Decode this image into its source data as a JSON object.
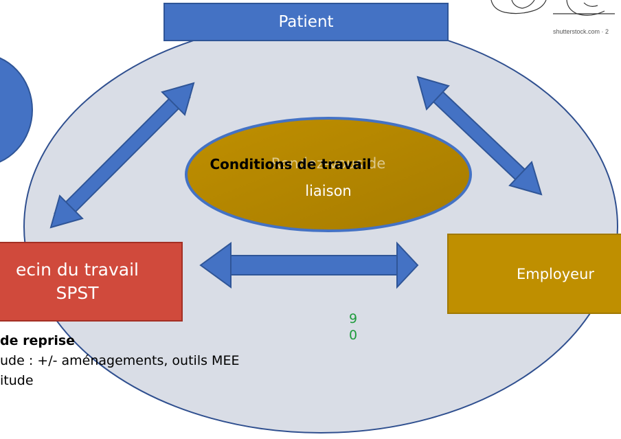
{
  "nodes": {
    "patient": "Patient",
    "medecin_line1": "ecin du travail",
    "medecin_line2": "SPST",
    "employeur": "Employeur"
  },
  "center": {
    "overlap_bold": "Conditions de travail",
    "overlap_light": "Rendez-vous de",
    "liaison": "liaison"
  },
  "watermark": "shutterstock.com · 2",
  "slide_number": {
    "line1": "9",
    "line2": "0"
  },
  "bullets": {
    "header": "de reprise",
    "item1": "ude : +/- aménagements, outils MEE",
    "item2": "itude"
  },
  "colors": {
    "blue": "#4472c4",
    "red": "#d04a3c",
    "gold": "#bf8f00",
    "ellipse_fill": "#d9dde6",
    "ellipse_stroke": "#2f4f8f",
    "green": "#1e9b3c"
  }
}
